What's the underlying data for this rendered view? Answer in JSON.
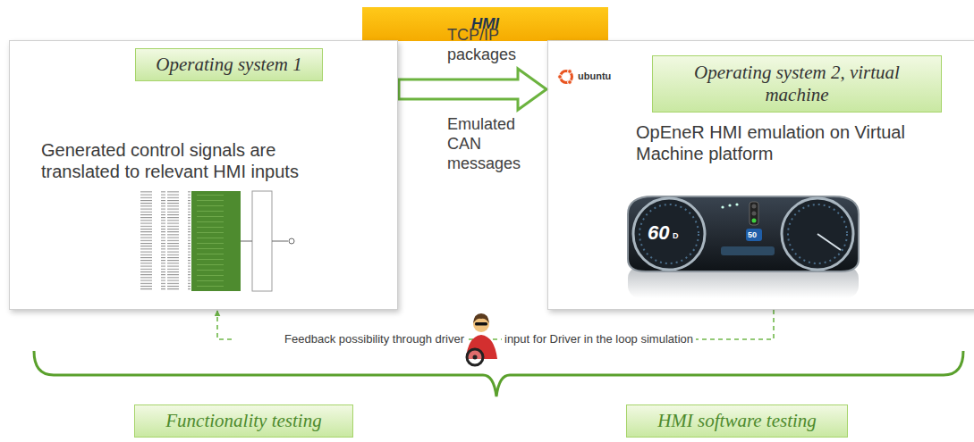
{
  "diagram": {
    "nodes": [
      {
        "text": [
          "HMI"
        ]
      },
      {
        "text": [
          "Generated control signals are translated to relevant HMI inputs"
        ]
      },
      {
        "text": [
          "Operating system 1"
        ],
        "in": 1
      },
      {
        "text": [
          "OpEneR HMI emulation on Virtual Machine platform"
        ]
      },
      {
        "text": [
          "Operating system 2, virtual machine"
        ],
        "in": 3
      },
      {
        "text": [
          "Functionality testing"
        ]
      },
      {
        "text": [
          "HMI software testing"
        ]
      }
    ],
    "edges": [
      {
        "from": 1,
        "to": 3,
        "arrow": "to",
        "label": "TCP/IP packages"
      },
      {
        "from": 3,
        "to": 1,
        "arrow": "to"
      }
    ],
    "labels": [
      "Emulated CAN messages",
      "ubuntu",
      "60",
      "D",
      "50",
      "Feedback possibility through driver",
      "input for Driver in the loop simulation"
    ]
  }
}
